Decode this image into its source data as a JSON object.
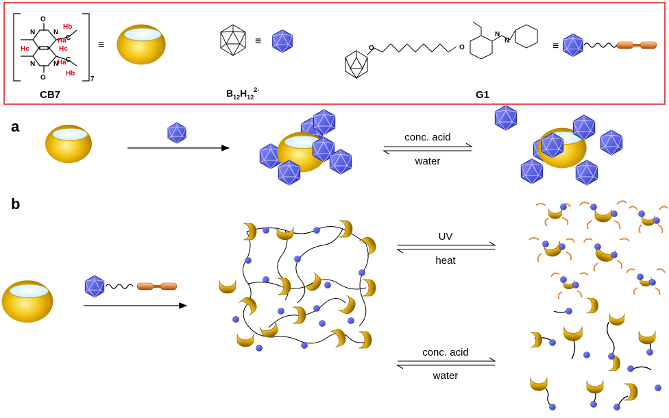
{
  "legend": {
    "cb7_label": "CB7",
    "borane_label_parts": [
      "B",
      "12",
      "H",
      "12",
      "2-"
    ],
    "g1_label": "G1",
    "equiv": "≡",
    "repeat_subscript": "7",
    "atoms": {
      "n": "N",
      "o": "O",
      "c": "C",
      "ha": "Ha",
      "hb": "Hb",
      "hc": "Hc"
    }
  },
  "panel_a": {
    "label": "a",
    "forward_condition": "conc. acid",
    "reverse_condition": "water"
  },
  "panel_b": {
    "label": "b",
    "upper_forward": "UV",
    "upper_reverse": "heat",
    "lower_forward": "conc. acid",
    "lower_reverse": "water"
  },
  "colors": {
    "frame": "#e02020",
    "gold": "#d9a400",
    "cluster_blue": "#4f5ae0",
    "azo_orange": "#e8893a"
  },
  "icons": [
    "cb7-ring-icon",
    "b12h12-cluster-icon",
    "g1-guest-icon",
    "arrow-icon",
    "equilibrium-arrow-icon"
  ]
}
